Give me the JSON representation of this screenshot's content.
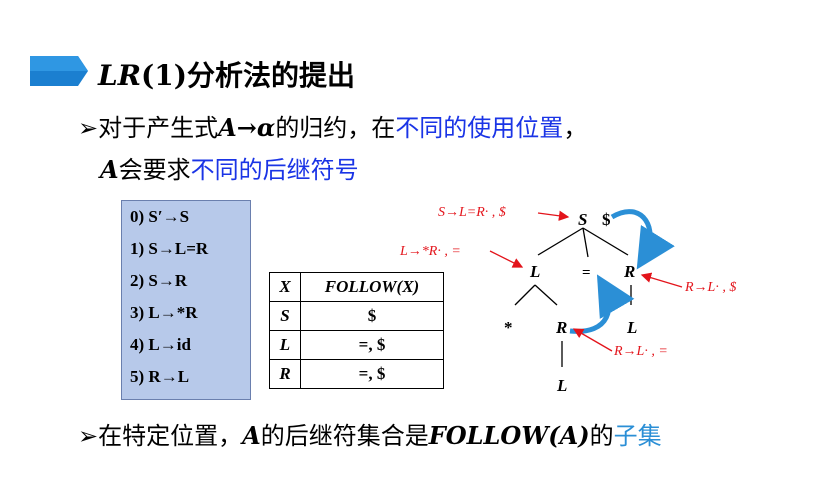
{
  "title": {
    "prefix": "LR",
    "middle": "(1)",
    "suffix": "分析法的提出"
  },
  "bullet1": {
    "marker": "➢",
    "p1": "对于产生式",
    "prod": "A→α",
    "p2": "的归约，在",
    "highlight": "不同的使用位置",
    "p3": "，",
    "line2_var": "A",
    "line2_text": "会要求",
    "line2_highlight": "不同的后继符号"
  },
  "grammar": [
    "0) S′→S",
    "1) S→L=R",
    "2) S→R",
    "3) L→*R",
    "4) L→id",
    "5) R→L"
  ],
  "follow_table": {
    "headers": [
      "X",
      "FOLLOW(X)"
    ],
    "rows": [
      [
        "S",
        "$"
      ],
      [
        "L",
        "=, $"
      ],
      [
        "R",
        "=, $"
      ]
    ]
  },
  "tree": {
    "nodes": {
      "S": "S",
      "dollar": "$",
      "L1": "L",
      "eq": "=",
      "R1": "R",
      "star": "*",
      "R2": "R",
      "L2": "L",
      "L3": "L"
    },
    "annotations": [
      "S→L=R· , $",
      "L→*R· , =",
      "R→L· , $",
      "R→L· , ="
    ]
  },
  "bullet3": {
    "marker": "➢",
    "p1": "在特定位置，",
    "var": "A",
    "p2": "的后继符集合是",
    "follow": "FOLLOW(A)",
    "p3": "的",
    "highlight": "子集"
  },
  "colors": {
    "blue_text": "#1a34e6",
    "light_blue": "#2b8fd6",
    "red": "#e3141b",
    "grammar_bg": "#b7c9ea"
  }
}
